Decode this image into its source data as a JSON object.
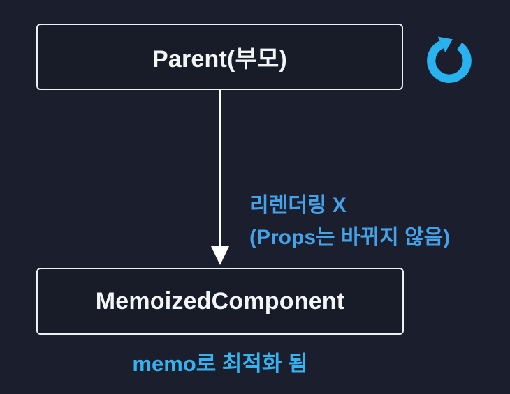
{
  "diagram": {
    "type": "flow-diagram",
    "topic": "React memo re-render behavior",
    "colors": {
      "background": "#1b1f2d",
      "box_fill": "#181b28",
      "box_border": "#eef0f4",
      "text_white": "#f4f5f7",
      "arrow_white": "#ffffff",
      "blue_label": "#45a1e8",
      "cyan_label": "#35b2ef",
      "icon_blue": "#29b2f0"
    },
    "nodes": [
      {
        "id": "parent",
        "label": "Parent(부모)"
      },
      {
        "id": "memoized",
        "label": "MemoizedComponent"
      }
    ],
    "edge": {
      "from": "parent",
      "to": "memoized",
      "direction": "down",
      "label_line1": "리렌더링 X",
      "label_line2": "(Props는 바뀌지 않음)"
    },
    "icons": [
      {
        "name": "refresh-icon",
        "meaning": "parent re-renders (rotation arrow)"
      }
    ],
    "caption": "memo로 최적화 됨"
  }
}
